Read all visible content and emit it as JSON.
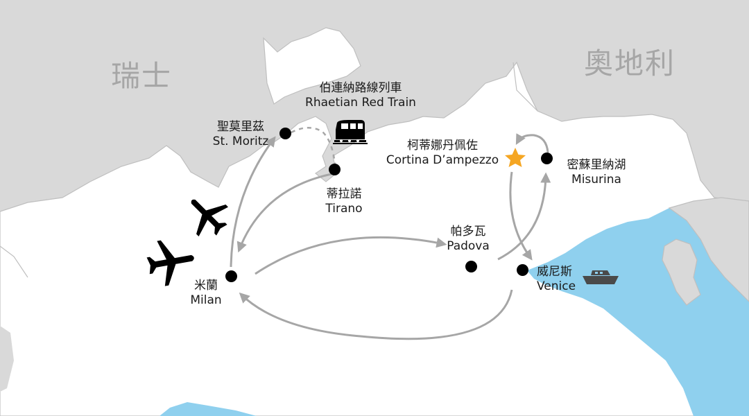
{
  "countries": {
    "switzerland": "瑞士",
    "austria": "奧地利"
  },
  "places": {
    "st_moritz": {
      "zh": "聖莫里茲",
      "en": "St. Moritz"
    },
    "tirano": {
      "zh": "蒂拉諾",
      "en": "Tirano"
    },
    "milan": {
      "zh": "米蘭",
      "en": "Milan"
    },
    "padova": {
      "zh": "帕多瓦",
      "en": "Padova"
    },
    "venice": {
      "zh": "威尼斯",
      "en": "Venice"
    },
    "cortina": {
      "zh": "柯蒂娜丹佩佐",
      "en": "Cortina D’ampezzo"
    },
    "misurina": {
      "zh": "密蘇里納湖",
      "en": "Misurina"
    }
  },
  "train": {
    "zh": "伯連納路線列車",
    "en": "Rhaetian Red Train"
  },
  "icons": [
    "airplane-icon",
    "train-icon",
    "boat-icon",
    "star-icon"
  ],
  "colors": {
    "neighbor_land": "#d9d9d9",
    "italy_land": "#ffffff",
    "sea": "#8fd0ee",
    "border": "#bfbfbf",
    "route_arrow": "#a6a6a6",
    "star": "#f5a623",
    "city_dot": "#000000"
  }
}
